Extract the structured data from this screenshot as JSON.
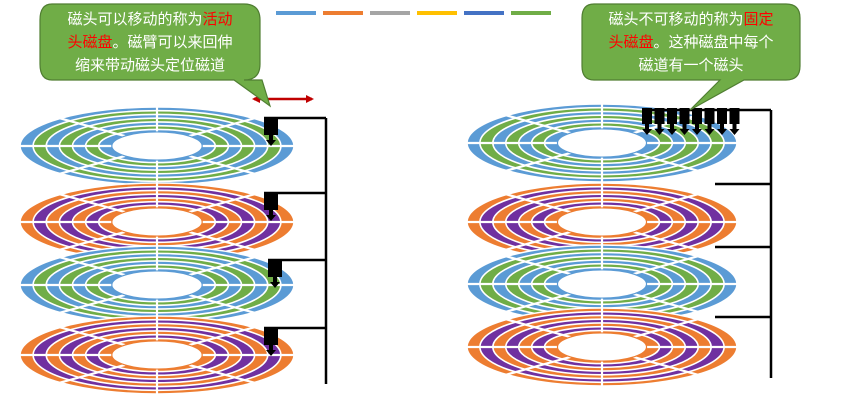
{
  "callout_left": {
    "lines": [
      [
        {
          "text": "磁头可以移动的称为",
          "hl": false
        },
        {
          "text": "活动",
          "hl": true
        }
      ],
      [
        {
          "text": "头磁盘",
          "hl": true
        },
        {
          "text": "。磁臂可以来回伸",
          "hl": false
        }
      ],
      [
        {
          "text": "缩来带动磁头定位磁道",
          "hl": false
        }
      ]
    ]
  },
  "callout_right": {
    "lines": [
      [
        {
          "text": "磁头不可移动的称为",
          "hl": false
        },
        {
          "text": "固定",
          "hl": true
        }
      ],
      [
        {
          "text": "头磁盘",
          "hl": true
        },
        {
          "text": "。这种磁盘中每个",
          "hl": false
        }
      ],
      [
        {
          "text": "磁道有一个磁头",
          "hl": false
        }
      ]
    ]
  },
  "colors": {
    "blue": "#5b9bd5",
    "green": "#70ad47",
    "orange": "#ed7d31",
    "purple": "#7030a0",
    "callout_fill": "#70ad47",
    "callout_border": "#507e32",
    "highlight_text": "#ff0000",
    "arrow": "#c00000",
    "arm": "#000000",
    "legend": [
      "#5b9bd5",
      "#ed7d31",
      "#a5a5a5",
      "#ffc000",
      "#4472c4",
      "#70ad47"
    ]
  },
  "left_platters": [
    "blue-green",
    "orange-purple",
    "blue-green",
    "orange-purple"
  ],
  "right_platters": [
    "blue-green",
    "orange-purple",
    "blue-green",
    "orange-purple"
  ],
  "icons": [
    "read-write-head-icon",
    "double-arrow-icon"
  ]
}
